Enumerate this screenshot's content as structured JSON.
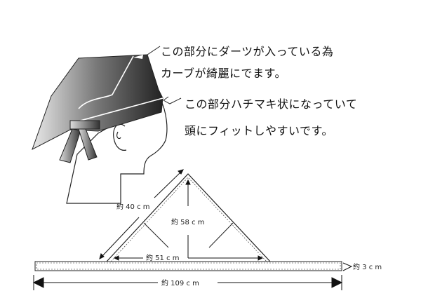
{
  "notes": {
    "darts_line1": "この部分にダーツが入っている為",
    "darts_line2": "カーブが綺麗にでます。",
    "band_line1": "この部分ハチマキ状になっていて",
    "band_line2": "頭にフィットしやすいです。"
  },
  "dimensions": {
    "side": "約 40 c m",
    "height": "約 58 c m",
    "half_base": "約 51 c m",
    "total_length": "約 109 c m",
    "band_width": "約 3 c m"
  }
}
